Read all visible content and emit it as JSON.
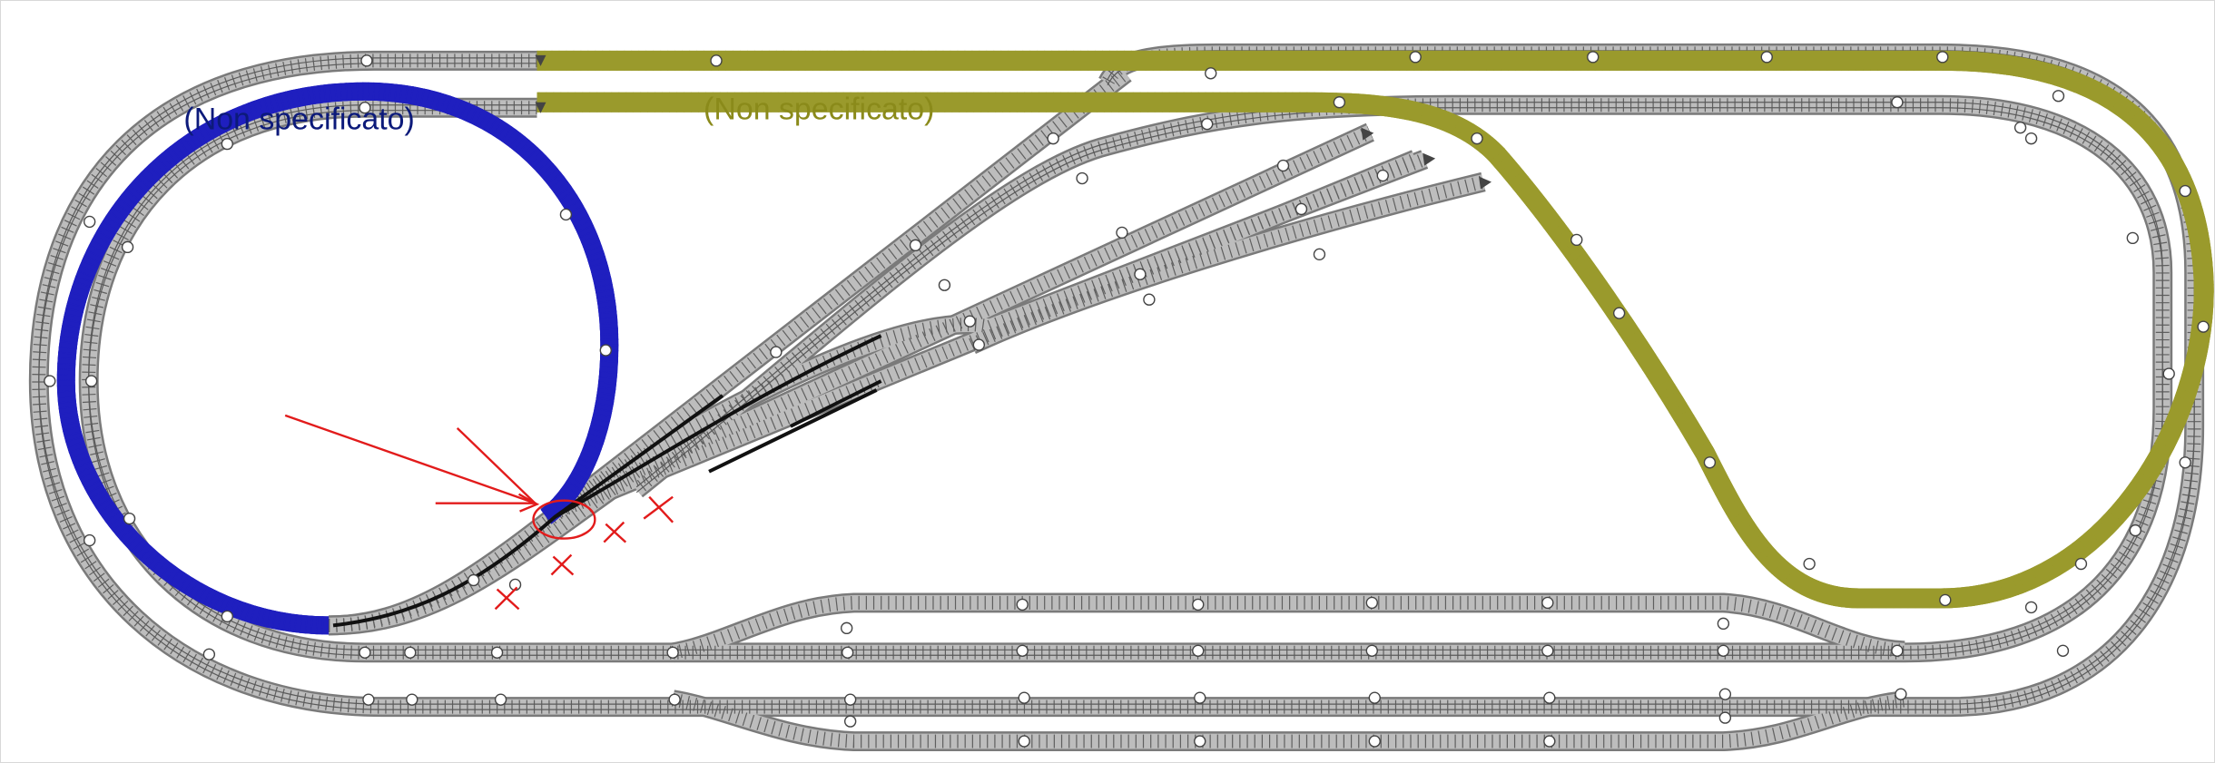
{
  "diagram": {
    "type": "model-railway-track-plan",
    "labels": {
      "blue_loop": "(Non specificato)",
      "yellow_line": "(Non specificato)"
    },
    "colors": {
      "track": "#bdbdbd",
      "track_edge": "#7a7a7a",
      "tie": "#5f5f5f",
      "blue_track": "#2a2ad6",
      "blue_label": "#0c1a7a",
      "yellow_track": "#e3e07a",
      "yellow_label": "#8a8a1a",
      "annotation": "#e21b1b",
      "black_track": "#111111",
      "joint_fill": "#ffffff"
    },
    "annotations": {
      "arrows": 3,
      "ellipse": 1,
      "cross_marks": 4
    }
  }
}
